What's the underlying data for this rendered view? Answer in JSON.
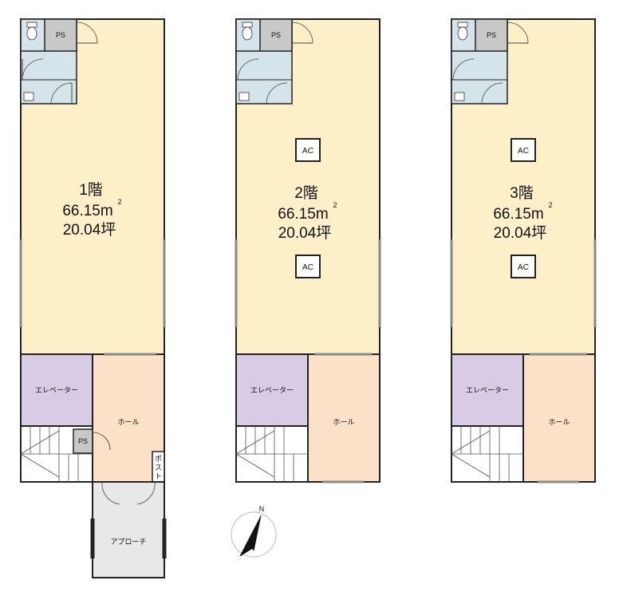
{
  "colors": {
    "main_room": "#fdf0c8",
    "elevator": "#d7cbe6",
    "hall": "#fbe1c8",
    "wet_area": "#d5e3ea",
    "ps": "#c8c8c8",
    "approach": "#e8e8e8"
  },
  "floors": [
    {
      "label": "1階",
      "area_m2": "66.15m",
      "area_m2_sup": "2",
      "area_tsubo": "20.04坪",
      "ps_top": "PS",
      "elevator": "エレベーター",
      "hall": "ホール",
      "ps_bottom": "PS",
      "post_chars": [
        "ポ",
        "ス",
        "ト"
      ]
    },
    {
      "label": "2階",
      "area_m2": "66.15m",
      "area_m2_sup": "2",
      "area_tsubo": "20.04坪",
      "ps_top": "PS",
      "ac_top": "AC",
      "ac_bottom": "AC",
      "elevator": "エレベーター",
      "hall": "ホール"
    },
    {
      "label": "3階",
      "area_m2": "66.15m",
      "area_m2_sup": "2",
      "area_tsubo": "20.04坪",
      "ps_top": "PS",
      "ac_top": "AC",
      "ac_bottom": "AC",
      "elevator": "エレベーター",
      "hall": "ホール"
    }
  ],
  "approach": "アプローチ",
  "compass_label": "N",
  "icons": [
    "toilet-icon",
    "washbasin-icon",
    "door-swing-icon",
    "staircase-icon",
    "north-arrow-icon"
  ]
}
